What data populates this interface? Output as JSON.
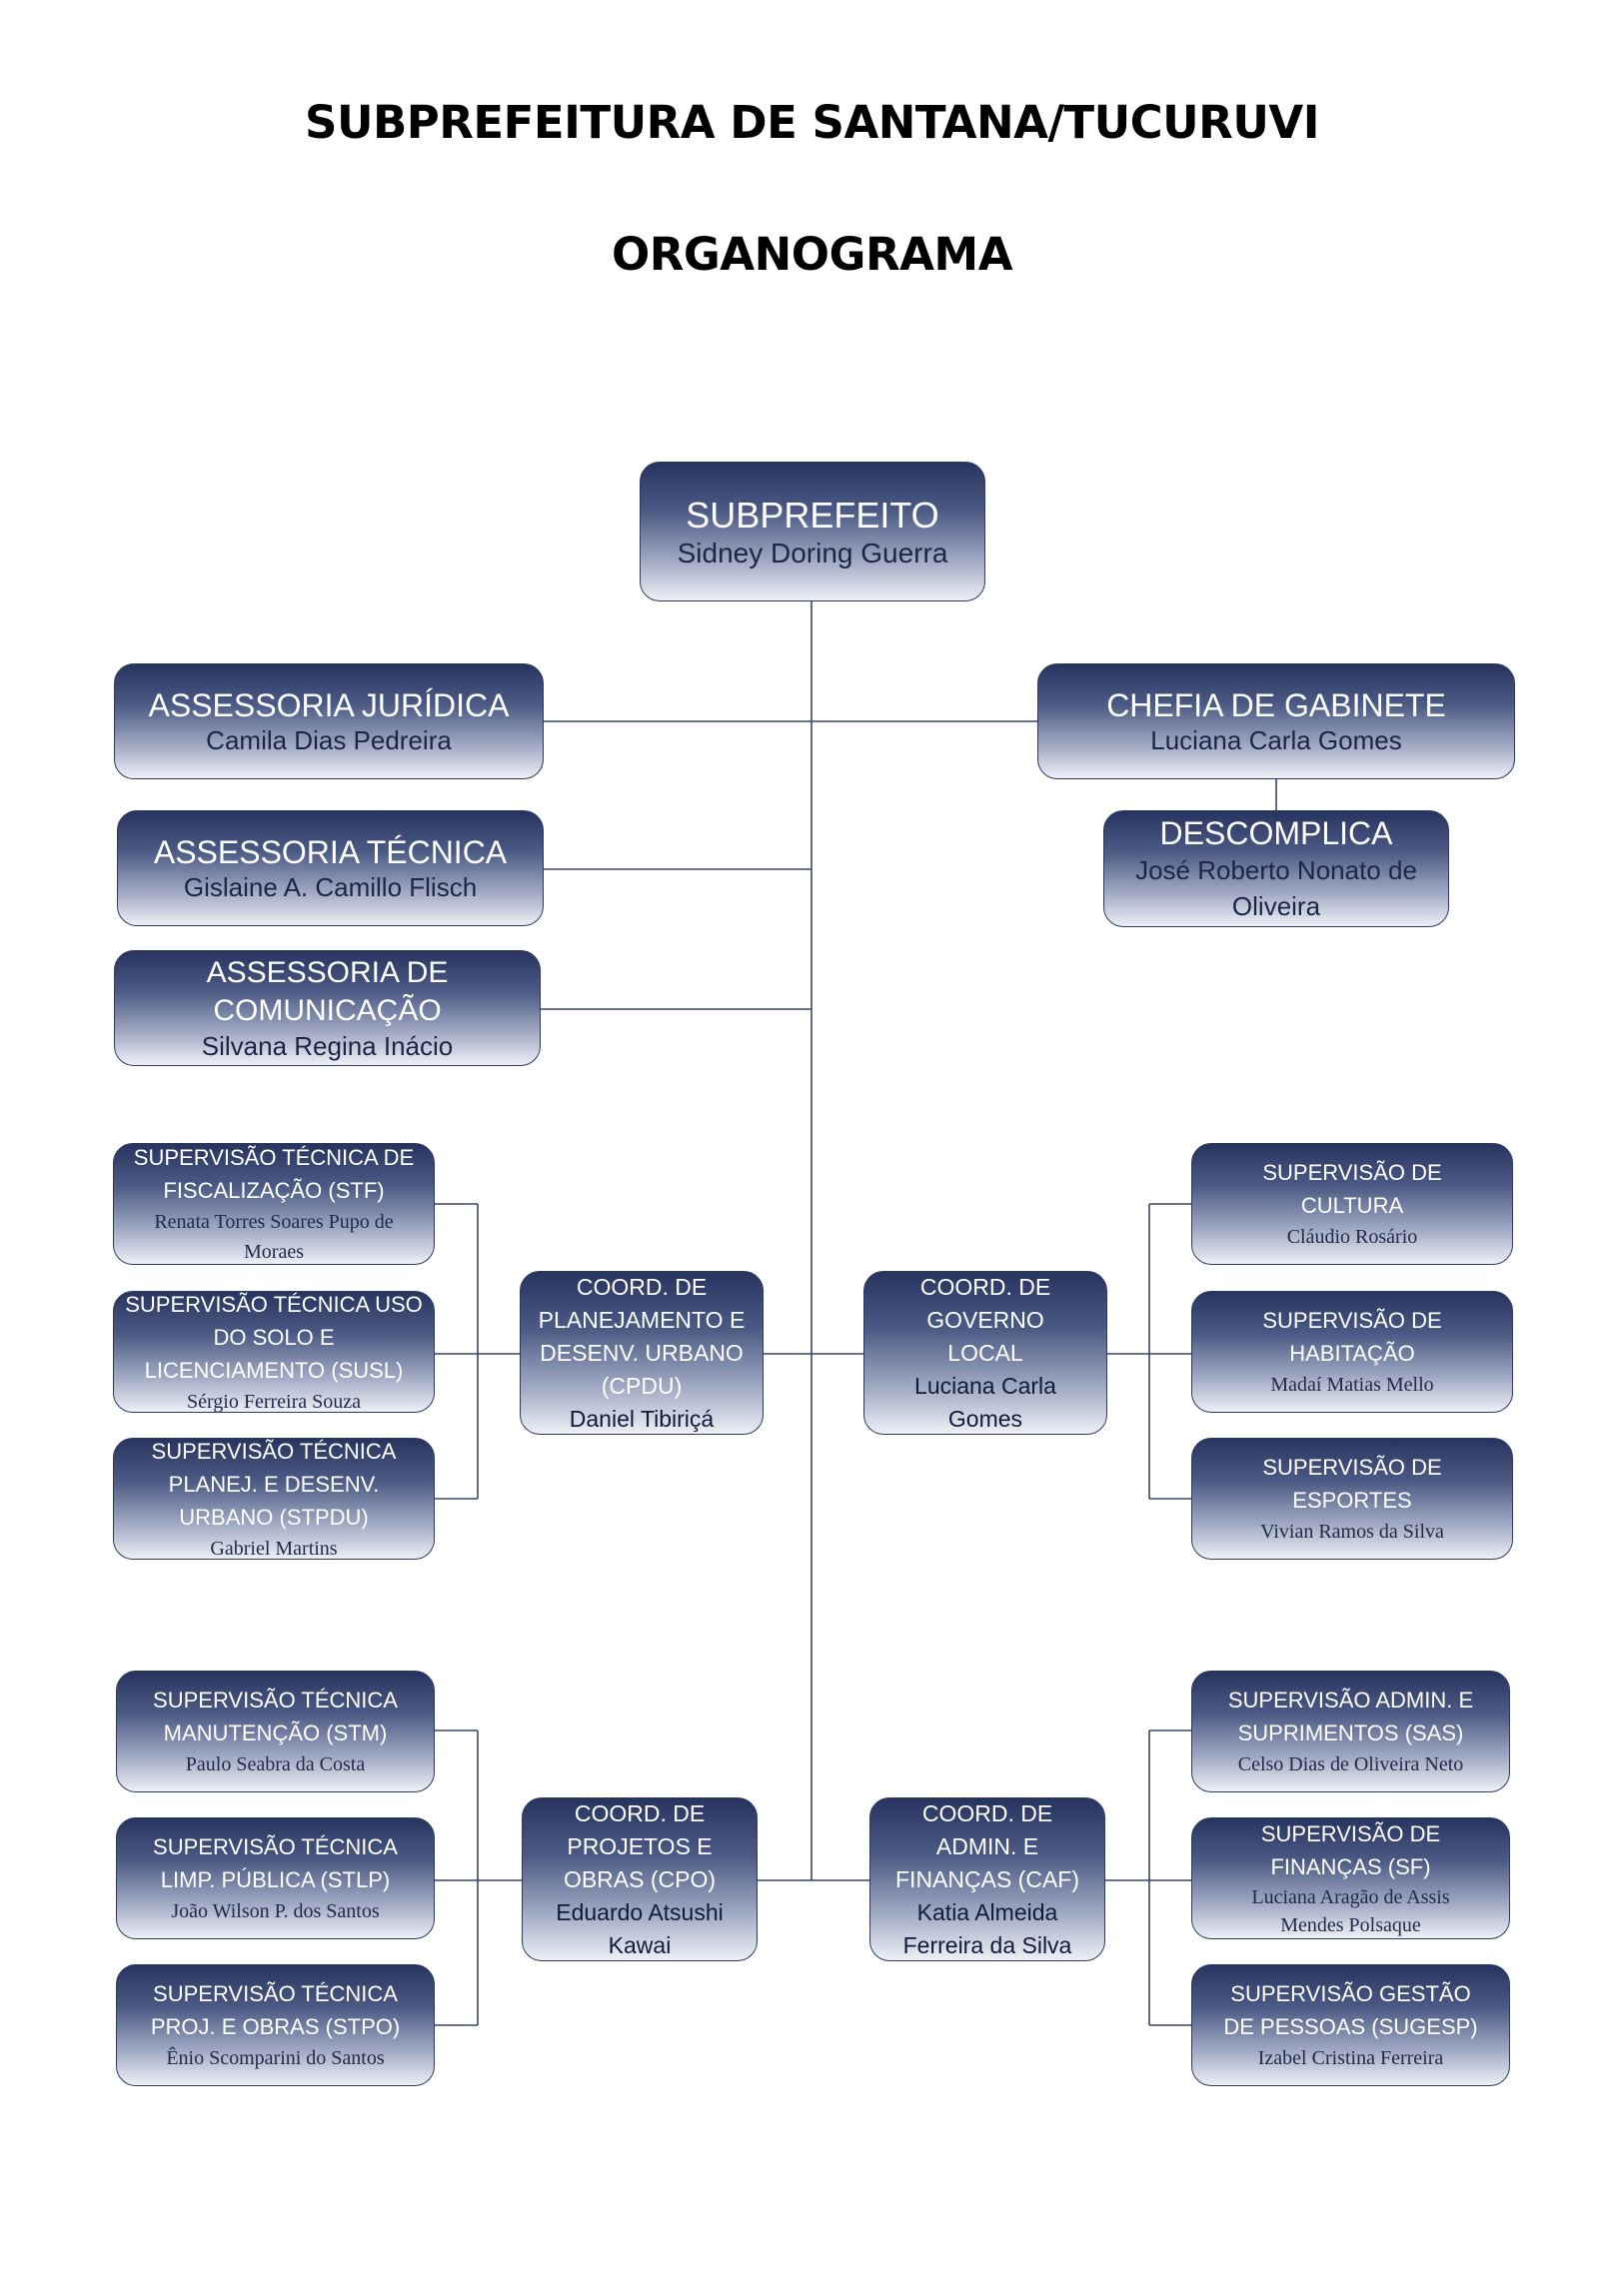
{
  "header": {
    "title": "SUBPREFEITURA DE SANTANA/TUCURUVI",
    "subtitle": "ORGANOGRAMA"
  },
  "colors": {
    "box_dark": "#27345f",
    "box_light": "#eef0f6",
    "title_text": "#ffffff",
    "name_text": "#1b2546",
    "connector": "#3a4668"
  },
  "org": {
    "subprefeito": {
      "title": "SUBPREFEITO",
      "name": "Sidney Doring Guerra"
    },
    "assessoria_juridica": {
      "title": "ASSESSORIA JURÍDICA",
      "name": "Camila Dias Pedreira"
    },
    "assessoria_tecnica": {
      "title": "ASSESSORIA TÉCNICA",
      "name": "Gislaine A. Camillo Flisch"
    },
    "assessoria_comunicacao": {
      "title": "ASSESSORIA DE COMUNICAÇÃO",
      "name": "Silvana Regina Inácio"
    },
    "chefia_gabinete": {
      "title": "CHEFIA DE GABINETE",
      "name": "Luciana Carla Gomes"
    },
    "descomplica": {
      "title": "DESCOMPLICA",
      "name": "José Roberto Nonato de Oliveira"
    },
    "cpdu": {
      "title": "COORD. DE PLANEJAMENTO E DESENV. URBANO (CPDU)",
      "name": "Daniel Tibiriçá"
    },
    "cgl": {
      "title": "COORD. DE GOVERNO LOCAL",
      "name": "Luciana Carla Gomes"
    },
    "cpo": {
      "title": "COORD. DE PROJETOS E OBRAS (CPO)",
      "name": "Eduardo Atsushi Kawai"
    },
    "caf": {
      "title": "COORD. DE ADMIN. E FINANÇAS (CAF)",
      "name": "Katia Almeida Ferreira da Silva"
    },
    "stf": {
      "title": "SUPERVISÃO TÉCNICA DE FISCALIZAÇÃO (STF)",
      "name": "Renata Torres Soares Pupo de Moraes"
    },
    "susl": {
      "title": "SUPERVISÃO TÉCNICA USO DO SOLO E LICENCIAMENTO (SUSL)",
      "name": "Sérgio Ferreira Souza"
    },
    "stpdu": {
      "title": "SUPERVISÃO TÉCNICA PLANEJ. E DESENV. URBANO (STPDU)",
      "name": "Gabriel Martins"
    },
    "cultura": {
      "title": "SUPERVISÃO DE CULTURA",
      "name": "Cláudio Rosário"
    },
    "habitacao": {
      "title": "SUPERVISÃO DE HABITAÇÃO",
      "name": "Madaí Matias Mello"
    },
    "esportes": {
      "title": "SUPERVISÃO DE ESPORTES",
      "name": "Vivian Ramos da Silva"
    },
    "stm": {
      "title": "SUPERVISÃO TÉCNICA MANUTENÇÃO (STM)",
      "name": "Paulo Seabra da Costa"
    },
    "stlp": {
      "title": "SUPERVISÃO TÉCNICA LIMP. PÚBLICA (STLP)",
      "name": "João Wilson P. dos Santos"
    },
    "stpo": {
      "title": "SUPERVISÃO TÉCNICA PROJ. E OBRAS (STPO)",
      "name": "Ênio Scomparini do Santos"
    },
    "sas": {
      "title": "SUPERVISÃO ADMIN. E SUPRIMENTOS (SAS)",
      "name": "Celso Dias de Oliveira Neto"
    },
    "sf": {
      "title": "SUPERVISÃO DE FINANÇAS (SF)",
      "name": "Luciana Aragão de Assis Mendes Polsaque"
    },
    "sugesp": {
      "title": "SUPERVISÃO GESTÃO DE PESSOAS (SUGESP)",
      "name": "Izabel Cristina Ferreira"
    }
  }
}
